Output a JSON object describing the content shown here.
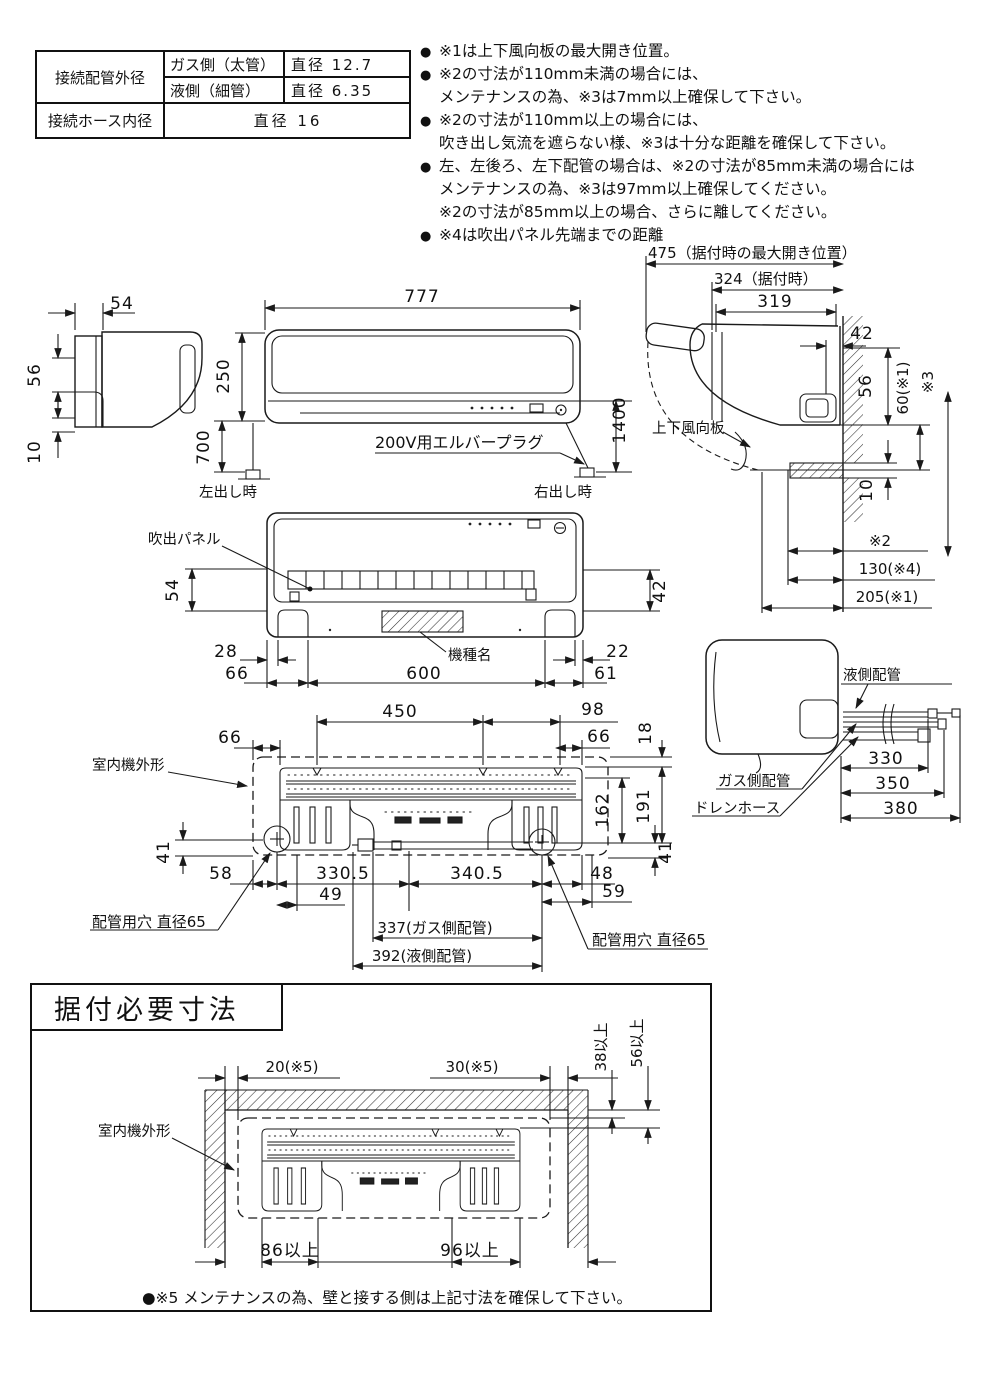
{
  "table": {
    "pipe_od": "接続配管外径",
    "gas": "ガス側（太管）",
    "gas_v": "直径 12.7",
    "liq": "液側（細管）",
    "liq_v": "直径 6.35",
    "hose_id": "接続ホース内径",
    "hose_v": "直径 16"
  },
  "notes": {
    "bullet": "●",
    "n1": "※1は上下風向板の最大開き位置。",
    "n2a": "※2の寸法が110mm未満の場合には、",
    "n2b": "メンテナンスの為、※3は7mm以上確保して下さい。",
    "n3a": "※2の寸法が110mm以上の場合には、",
    "n3b": "吹き出し気流を遮らない様、※3は十分な距離を確保して下さい。",
    "n4a": "左、左後ろ、左下配管の場合は、※2の寸法が85mm未満の場合には",
    "n4b": "メンテナンスの為、※3は97mm以上確保してください。",
    "n4c": "※2の寸法が85mm以上の場合、さらに離してください。",
    "n5": "※4は吹出パネル先端までの距離"
  },
  "side_left": {
    "d54": "54",
    "d56": "56",
    "d10": "10"
  },
  "front": {
    "d777": "777",
    "d250": "250",
    "d700": "700",
    "d1400": "1400",
    "plug": "200V用エルバープラグ",
    "left_out": "左出し時",
    "right_out": "右出し時"
  },
  "side_right": {
    "d475": "475（据付時の最大開き位置）",
    "d324": "324（据付時）",
    "d319": "319",
    "d42": "42",
    "d56": "56",
    "d60": "60(※1)",
    "d3": "※3",
    "flap": "上下風向板",
    "d10": "10",
    "d2": "※2",
    "d130": "130(※4)",
    "d205": "205(※1)"
  },
  "bottom_front": {
    "panel": "吹出パネル",
    "d54": "54",
    "d42": "42",
    "model": "機種名",
    "d28": "28",
    "d66": "66",
    "d600": "600",
    "d22": "22",
    "d61": "61"
  },
  "rear": {
    "d450": "450",
    "d98": "98",
    "d66l": "66",
    "d66r": "66",
    "d18": "18",
    "d162": "162",
    "d191": "191",
    "outline": "室内機外形",
    "d41l": "41",
    "d41r": "41",
    "d58": "58",
    "d330_5": "330.5",
    "d340_5": "340.5",
    "d48": "48",
    "d49": "49",
    "d59": "59",
    "hole_l": "配管用穴 直径65",
    "hole_r": "配管用穴 直径65",
    "d337": "337(ガス側配管)",
    "d392": "392(液側配管)"
  },
  "piping": {
    "liquid": "液側配管",
    "gas": "ガス側配管",
    "drain": "ドレンホース",
    "d330": "330",
    "d350": "350",
    "d380": "380"
  },
  "install": {
    "title": "据付必要寸法",
    "d20": "20(※5)",
    "d30": "30(※5)",
    "d38": "38以上",
    "d56": "56以上",
    "outline": "室内機外形",
    "d86": "86以上",
    "d96": "96以上",
    "note": "●※5 メンテナンスの為、壁と接する側は上記寸法を確保して下さい。"
  }
}
